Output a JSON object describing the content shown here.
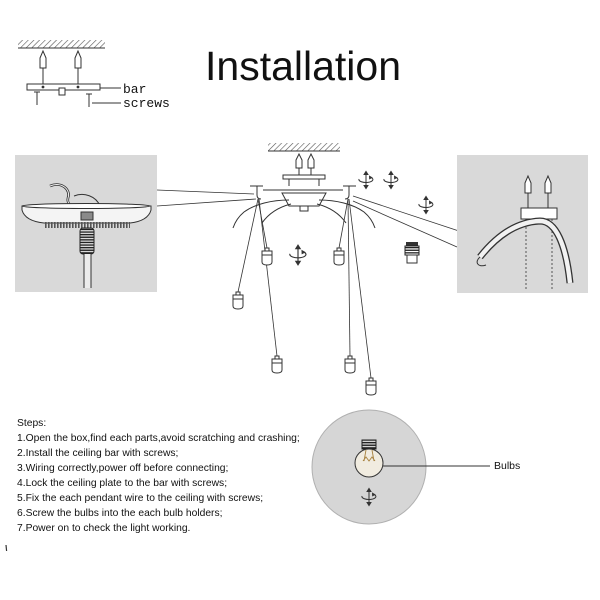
{
  "title": "Installation",
  "callouts": {
    "bar": "bar",
    "screws": "screws"
  },
  "steps": {
    "heading": "Steps:",
    "items": [
      "1.Open the box,find each parts,avoid scratching and crashing;",
      "2.Install the ceiling bar with screws;",
      "3.Wiring correctly,power off before connecting;",
      "4.Lock the ceiling plate to the bar with screws;",
      "5.Fix the each pendant wire to the ceiling with screws;",
      "6.Screw the bulbs into the each bulb holders;",
      "7.Power on to check the light working."
    ]
  },
  "bulb_callout": "Bulbs",
  "colors": {
    "background": "#ffffff",
    "line": "#333333",
    "detail_panel": "#d9d9d9",
    "bulb_circle": "#d6d6d6"
  },
  "icons": [
    "rotation-arrows-icon",
    "hatch-ceiling-icon"
  ]
}
